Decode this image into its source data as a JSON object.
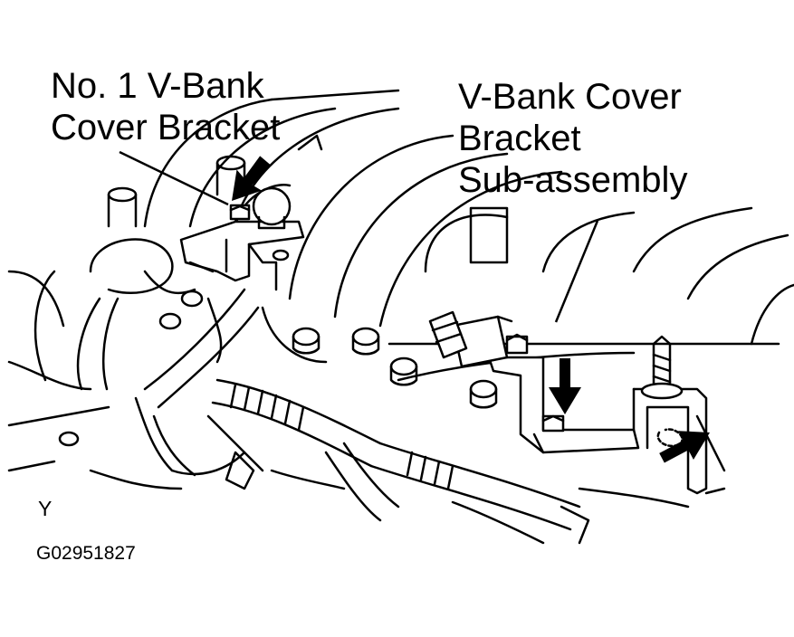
{
  "labels": {
    "left_line1": "No. 1 V-Bank",
    "left_line2": "Cover Bracket",
    "right_line1": "V-Bank Cover",
    "right_line2": "Bracket",
    "right_line3": "Sub-assembly"
  },
  "view_code": "Y",
  "figure_id": "G02951827",
  "colors": {
    "ink": "#000000",
    "paper": "#ffffff"
  }
}
